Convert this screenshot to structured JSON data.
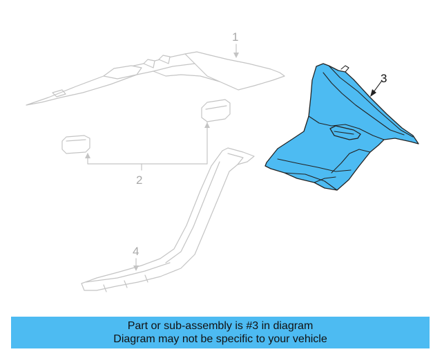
{
  "callouts": {
    "part_1": "1",
    "part_2": "2",
    "part_3": "3",
    "part_4": "4"
  },
  "banner": {
    "line1": "Part or sub-assembly is #3 in diagram",
    "line2": "Diagram may not be specific to your vehicle"
  },
  "colors": {
    "highlight": "#4dbbf2",
    "faded_outline": "#c4c4c4",
    "banner_background": "#4dbbf2"
  }
}
